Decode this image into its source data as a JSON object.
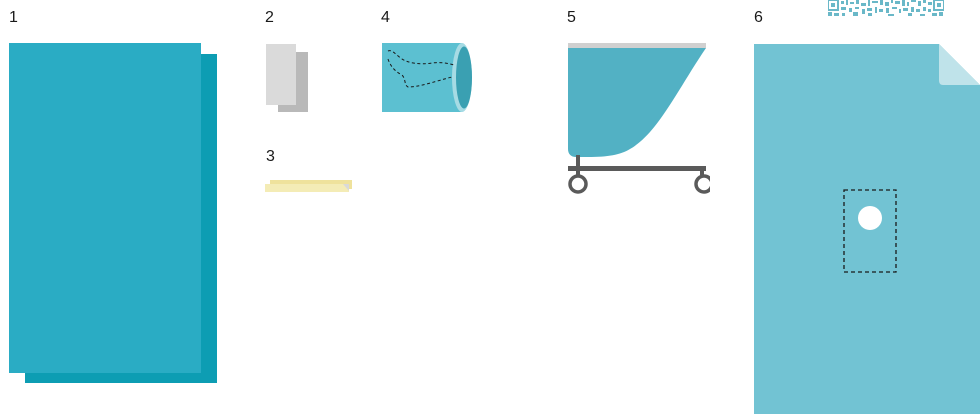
{
  "items": [
    {
      "number": "1",
      "name": "drape-sheet"
    },
    {
      "number": "2",
      "name": "absorbent-pads"
    },
    {
      "number": "3",
      "name": "adhesive-tape"
    },
    {
      "number": "4",
      "name": "limb-cover"
    },
    {
      "number": "5",
      "name": "table-cover"
    },
    {
      "number": "6",
      "name": "fenestrated-drape"
    }
  ],
  "colors": {
    "drape_front": "#2aacc4",
    "drape_back": "#0d9db3",
    "pad_front": "#dadada",
    "pad_back": "#b9b9b9",
    "tape": "#f2e7a6",
    "cover_body": "#5cc0d1",
    "cover_cuff": "#3aa0b2",
    "cover_rim": "#a6dbe4",
    "table_cover": "#52b1c4",
    "table_frame": "#5a5a5a",
    "table_rail": "#d0d0d0",
    "fenestrated_drape": "#72c3d3",
    "fenestrated_fold": "#bfe3ea",
    "fenestration_hole": "#ffffff",
    "outline_dash": "#1a1a1a",
    "qr": "#6ab8c8"
  }
}
